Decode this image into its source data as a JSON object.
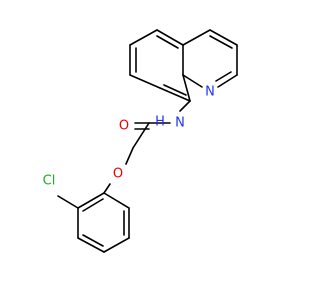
{
  "molecule": {
    "atoms": {
      "cl": {
        "symbol": "Cl",
        "color": "#22aa22"
      },
      "o_ether": {
        "symbol": "O",
        "color": "#ee0000"
      },
      "o_carbonyl": {
        "symbol": "O",
        "color": "#ee0000"
      },
      "n_amide": {
        "symbol": "N",
        "color": "#2233ee"
      },
      "h_amide": {
        "symbol": "H",
        "color": "#2233ee"
      },
      "n_ring": {
        "symbol": "N",
        "color": "#2233ee"
      }
    },
    "bond_color": "#000000",
    "background": "#ffffff"
  }
}
